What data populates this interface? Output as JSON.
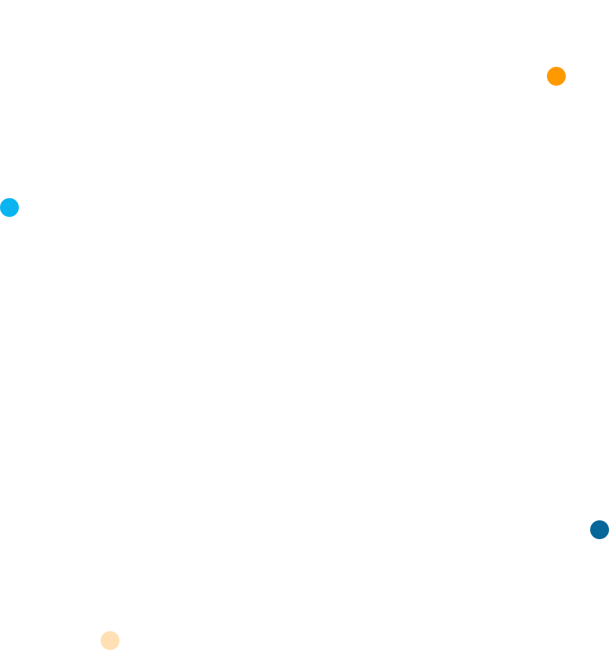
{
  "canvas": {
    "background_color": "#ffffff"
  },
  "dots": [
    {
      "name": "orange-dot",
      "color": "#ff9900"
    },
    {
      "name": "sky-blue-dot",
      "color": "#0ab4f0"
    },
    {
      "name": "navy-blue-dot",
      "color": "#06669a"
    },
    {
      "name": "peach-dot",
      "color": "#ffe0b4"
    }
  ]
}
